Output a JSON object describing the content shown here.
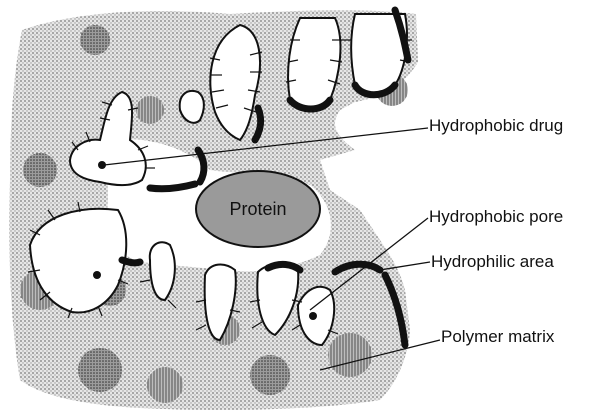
{
  "diagram": {
    "center_label": "Protein",
    "labels": {
      "hydrophobic_drug": "Hydrophobic drug",
      "hydrophobic_pore": "Hydrophobic pore",
      "hydrophilic_area": "Hydrophilic area",
      "polymer_matrix": "Polymer matrix"
    },
    "colors": {
      "protein_fill": "#9a9a9a",
      "matrix_fill": "#c8c8c8",
      "ink": "#111111"
    }
  }
}
